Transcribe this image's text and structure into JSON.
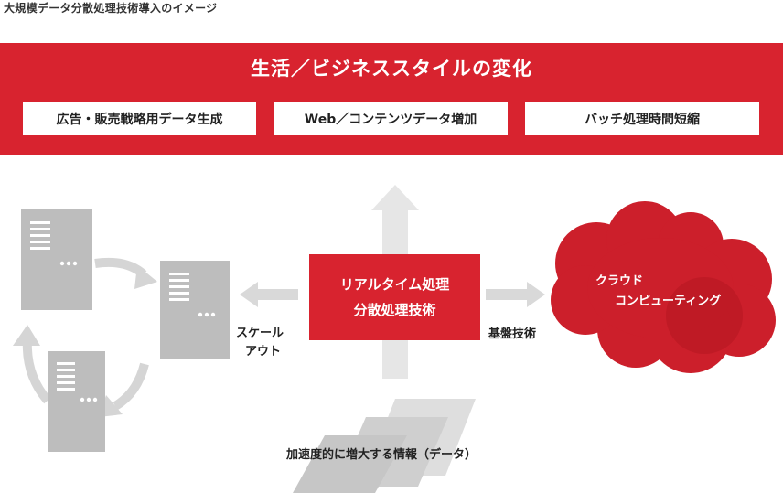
{
  "page_title": "大規模データ分散処理技術導入のイメージ",
  "banner": {
    "title": "生活／ビジネススタイルの変化",
    "boxes": [
      {
        "label": "広告・販売戦略用データ生成"
      },
      {
        "label": "Web／コンテンツデータ増加"
      },
      {
        "label": "バッチ処理時間短縮"
      }
    ]
  },
  "center": {
    "line1": "リアルタイム処理",
    "line2": "分散処理技術"
  },
  "scaleout": {
    "line1": "スケール",
    "line2": "アウト"
  },
  "base_tech": "基盤技術",
  "cloud": {
    "line1": "クラウド",
    "line2": "コンピューティング"
  },
  "data_label": "加速度的に増大する情報（データ）",
  "colors": {
    "accent": "#d8232f",
    "cloud": "#cc1f2b",
    "gray": "#cccccc",
    "server": "#bdbdbd"
  },
  "icons": [
    "server-icon",
    "cloud-icon",
    "arrow-up-icon",
    "arrow-left-icon",
    "arrow-right-icon",
    "cycle-arrow-icon",
    "data-layer-icon"
  ]
}
